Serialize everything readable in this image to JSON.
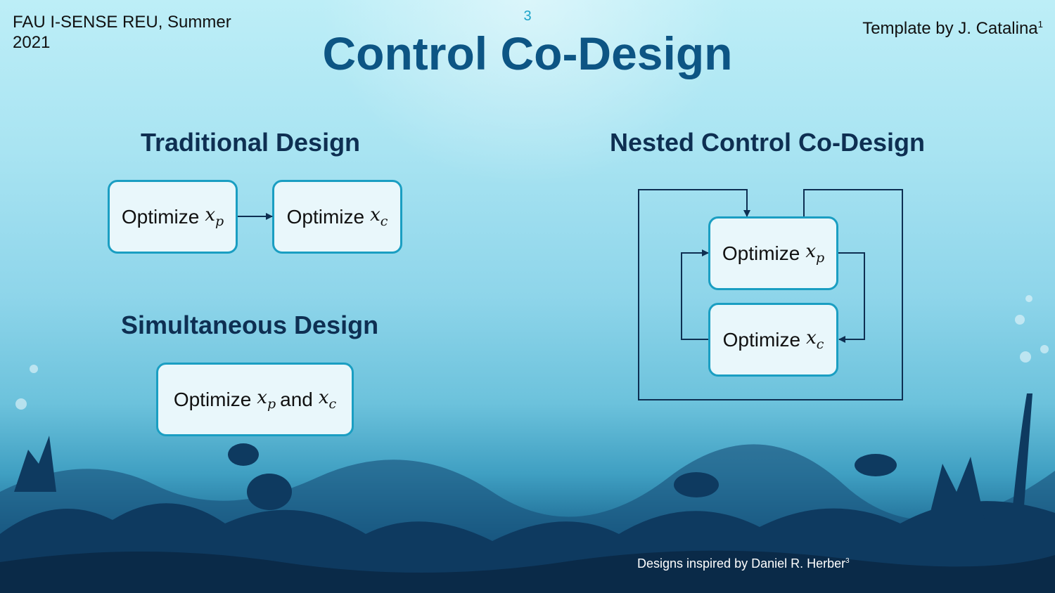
{
  "header": {
    "left_line1": "FAU I-SENSE REU, Summer",
    "left_line2": "2021",
    "page_number": "3",
    "credit": "Template by J. Catalina",
    "credit_sup": "1"
  },
  "title": "Control Co-Design",
  "sections": {
    "traditional": {
      "heading": "Traditional Design",
      "boxes": [
        {
          "label": "Optimize",
          "var": "x",
          "sub": "p"
        },
        {
          "label": "Optimize",
          "var": "x",
          "sub": "c"
        }
      ]
    },
    "simultaneous": {
      "heading": "Simultaneous Design",
      "box": {
        "label": "Optimize",
        "var1": "x",
        "sub1": "p",
        "and": "and",
        "var2": "x",
        "sub2": "c"
      }
    },
    "nested": {
      "heading": "Nested Control Co-Design",
      "boxes": [
        {
          "label": "Optimize",
          "var": "x",
          "sub": "p"
        },
        {
          "label": "Optimize",
          "var": "x",
          "sub": "c"
        }
      ]
    }
  },
  "footer": {
    "text": "Designs inspired by Daniel R. Herber",
    "sup": "3"
  },
  "colors": {
    "title": "#0d5584",
    "box_border": "#1a9ec2",
    "box_fill": "#e9f7fb",
    "heading": "#0e2f52",
    "line": "#0e2f52"
  }
}
